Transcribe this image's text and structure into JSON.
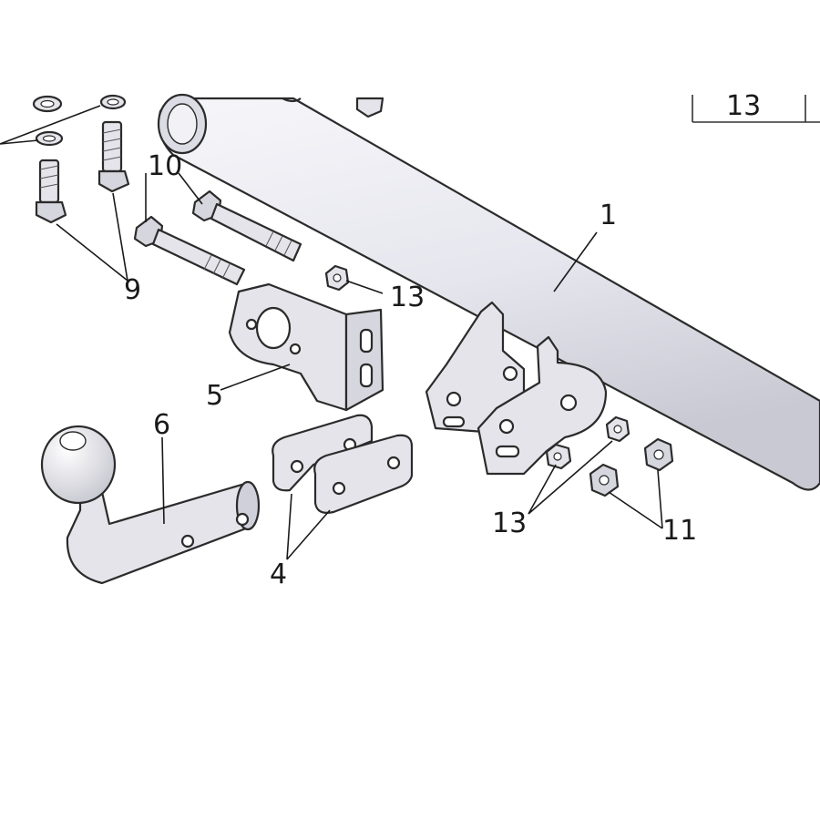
{
  "callouts": {
    "c1": "1",
    "c4": "4",
    "c5": "5",
    "c6": "6",
    "c9": "9",
    "c10": "10",
    "c11": "11",
    "c13_top": "13",
    "c13_mid": "13",
    "c13_bottom": "13"
  },
  "colors": {
    "outline": "#2b2b2b",
    "metal_light": "#e4e4ea",
    "metal_mid": "#d6d6de",
    "background": "#ffffff"
  }
}
